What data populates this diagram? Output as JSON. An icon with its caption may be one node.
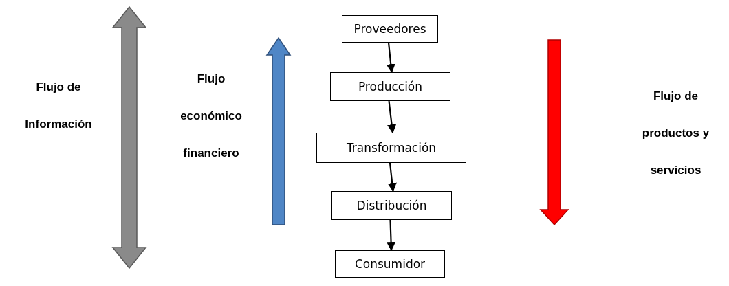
{
  "diagram": {
    "nodes": [
      {
        "text": [
          "Proveedores"
        ]
      },
      {
        "text": [
          "Producción"
        ]
      },
      {
        "text": [
          "Transformación"
        ]
      },
      {
        "text": [
          "Distribución"
        ]
      },
      {
        "text": [
          "Consumidor"
        ]
      }
    ],
    "edges": [
      {
        "from": 0,
        "to": 1,
        "arrow": "to"
      },
      {
        "from": 1,
        "to": 2,
        "arrow": "to"
      },
      {
        "from": 2,
        "to": 3,
        "arrow": "to"
      },
      {
        "from": 3,
        "to": 4,
        "arrow": "to"
      }
    ],
    "labels": [
      "Flujo de Información",
      "Flujo económico financiero",
      "Flujo de productos y servicios"
    ]
  }
}
